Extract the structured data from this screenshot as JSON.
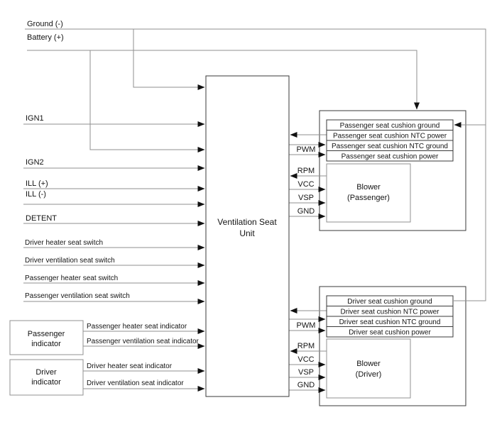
{
  "unit": {
    "name_line1": "Ventilation Seat",
    "name_line2": "Unit"
  },
  "power_rails": {
    "ground": "Ground (-)",
    "battery": "Battery (+)"
  },
  "left_inputs": [
    "IGN1",
    "IGN2",
    "ILL (+)",
    "ILL (-)",
    "DETENT",
    "Driver heater seat switch",
    "Driver ventilation seat switch",
    "Passenger heater seat switch",
    "Passenger ventilation seat switch"
  ],
  "indicators": {
    "passenger_box": {
      "line1": "Passenger",
      "line2": "indicator"
    },
    "driver_box": {
      "line1": "Driver",
      "line2": "indicator"
    },
    "signals": [
      "Passenger heater seat indicator",
      "Passenger ventilation seat indicator",
      "Driver heater seat indicator",
      "Driver ventilation seat indicator"
    ]
  },
  "pins": {
    "pwm": "PWM",
    "rpm": "RPM",
    "vcc": "VCC",
    "vsp": "VSP",
    "gnd": "GND"
  },
  "passenger_assembly": {
    "rows": [
      "Passenger seat cushion ground",
      "Passenger seat cushion NTC power",
      "Passenger seat cushion NTC ground",
      "Passenger seat cushion power"
    ],
    "blower_line1": "Blower",
    "blower_line2": "(Passenger)"
  },
  "driver_assembly": {
    "rows": [
      "Driver seat cushion ground",
      "Driver seat cushion NTC power",
      "Driver seat cushion NTC ground",
      "Driver seat cushion power"
    ],
    "blower_line1": "Blower",
    "blower_line2": "(Driver)"
  },
  "colors": {
    "background": "#ffffff",
    "wire": "#8f8f8f",
    "arrow": "#111111",
    "box_dark": "#3a3a3a",
    "box_gray": "#909090",
    "text": "#141414"
  }
}
